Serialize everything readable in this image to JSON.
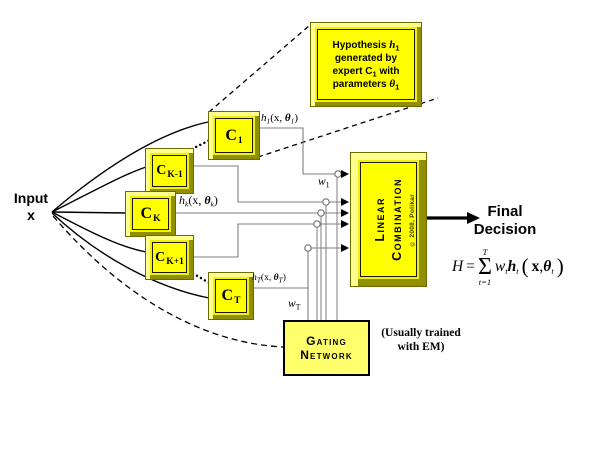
{
  "colors": {
    "box_yellow": "#ffff00",
    "bevel_light": "#ffff8f",
    "bevel_dark": "#8f8f00",
    "gating_yellow": "#ffff6b",
    "wire_gray": "#7f7f7f",
    "line_black": "#000000",
    "background": "#ffffff"
  },
  "input": {
    "line1": "Input",
    "line2": "x"
  },
  "experts": {
    "c1": {
      "base": "C",
      "sub": "1"
    },
    "ck_prev": {
      "base": "C",
      "sub": "K-1"
    },
    "ck": {
      "base": "C",
      "sub": "K"
    },
    "ck_next": {
      "base": "C",
      "sub": "K+1"
    },
    "ct": {
      "base": "C",
      "sub": "T"
    }
  },
  "callout": {
    "l1a": "Hypothesis ",
    "l1b": "h",
    "l1c": "1",
    "l2": "generated by",
    "l3a": "expert ",
    "l3b": "C",
    "l3c": "1",
    "l3d": " with",
    "l4a": "parameters ",
    "l4b": "θ",
    "l4c": "1"
  },
  "hyp_labels": {
    "h1": {
      "a": "h",
      "b": "1",
      "c": "(x, ",
      "d": "θ",
      "e": "1",
      "f": ")"
    },
    "hk": {
      "a": "h",
      "b": "k",
      "c": "(x, ",
      "d": "θ",
      "e": "k",
      "f": ")"
    },
    "ht": {
      "a": "h",
      "b": "T",
      "c": "(x, ",
      "d": "θ",
      "e": "T",
      "f": ")"
    }
  },
  "weights": {
    "w1": {
      "a": "w",
      "b": "1"
    },
    "wt": {
      "a": "w",
      "b": "T"
    }
  },
  "linear_combination": {
    "word1": "Linear",
    "word2": "Combination",
    "credit": "© 2008, Polikar"
  },
  "gating": {
    "line1": "Gating",
    "line2": "Network"
  },
  "em_note": {
    "line1": "(Usually trained",
    "line2": "with EM)"
  },
  "final_decision": {
    "line1": "Final",
    "line2": "Decision"
  },
  "formula": {
    "H": "H",
    "eq": "=",
    "sum_top": "T",
    "sigma": "Σ",
    "sum_bot": "t=1",
    "w": "w",
    "w_sub": "t",
    "h": "h",
    "h_sub": "t",
    "open": "(",
    "x": "x",
    "comma": ",",
    "theta": "θ",
    "theta_sub": "t",
    "close": ")"
  }
}
